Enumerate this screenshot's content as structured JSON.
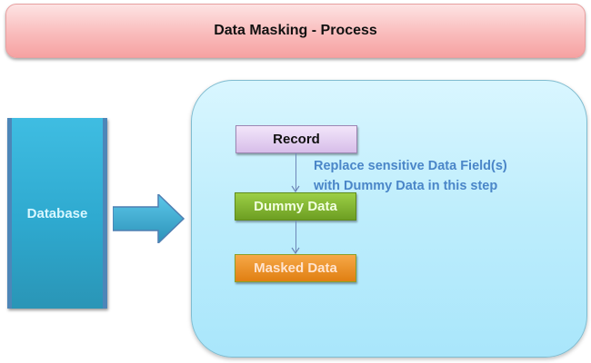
{
  "title": "Data Masking - Process",
  "source": {
    "label": "Database",
    "color": "#31acd3"
  },
  "flow": {
    "steps": [
      {
        "label": "Record",
        "color": "#e3d1f1"
      },
      {
        "label": "Dummy Data",
        "color": "#86b834"
      },
      {
        "label": "Masked Data",
        "color": "#ee9a2f"
      }
    ],
    "caption": {
      "lines": [
        "Replace sensitive Data Field(s)",
        "with Dummy Data in this step"
      ],
      "color": "#4a86c8"
    }
  },
  "colors": {
    "title_bg": "#f9bcbc",
    "panel_bg": "#bdedfc",
    "arrow": "#3aa6cc"
  }
}
